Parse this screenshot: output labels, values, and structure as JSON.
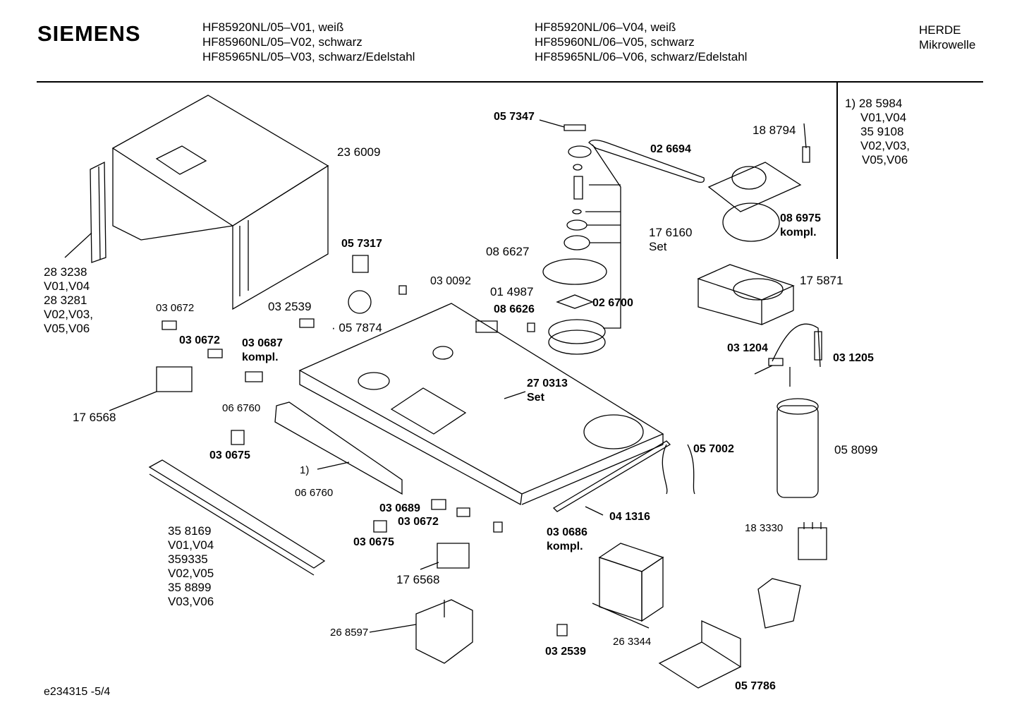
{
  "header": {
    "brand": "SIEMENS",
    "models_left": [
      "HF85920NL/05–V01, weiß",
      "HF85960NL/05–V02, schwarz",
      "HF85965NL/05–V03, schwarz/Edelstahl"
    ],
    "models_right": [
      "HF85920NL/06–V04, weiß",
      "HF85960NL/06–V05, schwarz",
      "HF85965NL/06–V06, schwarz/Edelstahl"
    ],
    "category_line1": "HERDE",
    "category_line2": "Mikrowelle"
  },
  "footnote": {
    "lines": [
      "1)  28 5984",
      "V01,V04",
      "35 9108",
      "V02,V03,",
      "V05,V06"
    ]
  },
  "parts": {
    "p236009": "23 6009",
    "p283238": [
      "28 3238",
      "V01,V04",
      "28 3281",
      "V02,V03,",
      "V05,V06"
    ],
    "p057347": "05 7347",
    "p026694": "02 6694",
    "p188794": "18 8794",
    "p086975": [
      "08 6975",
      "kompl."
    ],
    "p176160": [
      "17 6160",
      "Set"
    ],
    "p057317": "05 7317",
    "p086627": "08 6627",
    "p030092": "03 0092",
    "p014987": "01 4987",
    "p086626": "08 6626",
    "p026700": "02 6700",
    "p175871": "17 5871",
    "p030672a": "03 0672",
    "p032539a": "03 2539",
    "p057874": "05 7874",
    "p030672b": "03 0672",
    "p030687": [
      "03 0687",
      "kompl."
    ],
    "p031204": "03 1204",
    "p031205": "03 1205",
    "p270313": [
      "27 0313",
      "Set"
    ],
    "p176568a": "17 6568",
    "p066760a": "06 6760",
    "p030675a": "03 0675",
    "p057002": "05 7002",
    "p058099": "05 8099",
    "p_fn1": "1)",
    "p066760b": "06 6760",
    "p030689": "03 0689",
    "p030672c": "03 0672",
    "p041316": "04 1316",
    "p030686": [
      "03 0686",
      "kompl."
    ],
    "p030675b": "03 0675",
    "p183330": "18 3330",
    "p358169": [
      "35 8169",
      "V01,V04",
      "359335",
      "V02,V05",
      "35 8899",
      "V03,V06"
    ],
    "p176568b": "17 6568",
    "p268597": "26 8597",
    "p263344": "26 3344",
    "p032539b": "03 2539",
    "p057786": "05 7786"
  },
  "doc_id": "e234315 -5/4"
}
